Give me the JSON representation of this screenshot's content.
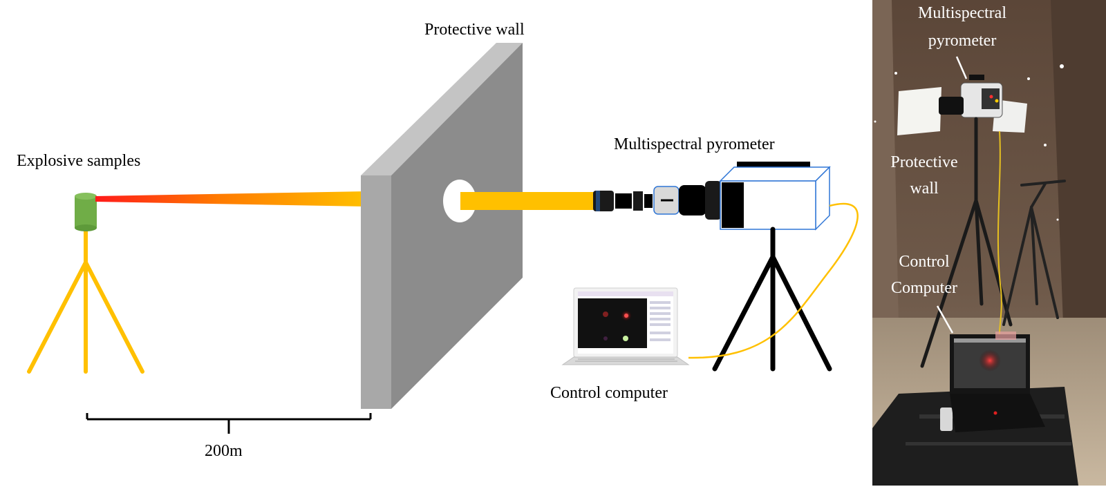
{
  "diagram": {
    "labels": {
      "explosive_samples": "Explosive samples",
      "protective_wall": "Protective wall",
      "multispectral_pyrometer": "Multispectral pyrometer",
      "control_computer": "Control computer",
      "distance": "200m"
    },
    "colors": {
      "beam_hot": "#ff1a1a",
      "beam_warm": "#ffc000",
      "tripod": "#ffc000",
      "sample": "#70ad47",
      "wall_front": "#9a9a9a",
      "wall_side": "#c8c8c8",
      "pyrometer_outline": "#2e75d6",
      "cable": "#ffc000"
    }
  },
  "photo": {
    "labels": {
      "pyrometer_line1": "Multispectral",
      "pyrometer_line2": "pyrometer",
      "wall_line1": "Protective",
      "wall_line2": "wall",
      "computer_line1": "Control",
      "computer_line2": "Computer"
    }
  }
}
